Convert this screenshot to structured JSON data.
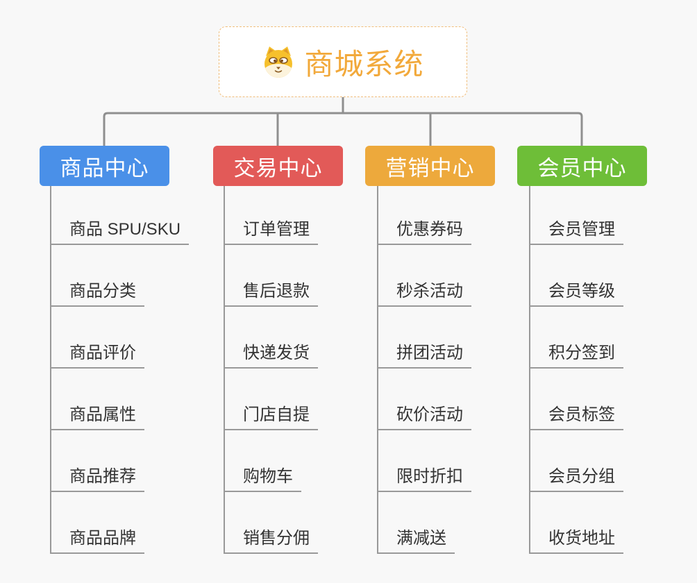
{
  "page": {
    "background": "#f8f8f8",
    "connector_color": "#8f8f8f",
    "line_color": "#999999"
  },
  "root": {
    "title": "商城系统",
    "icon": "shiba-dog-icon",
    "text_color": "#f2a93b",
    "border_color": "#f0bd7a"
  },
  "branches": [
    {
      "label": "商品中心",
      "color": "#4a90e8",
      "items": [
        "商品 SPU/SKU",
        "商品分类",
        "商品评价",
        "商品属性",
        "商品推荐",
        "商品品牌"
      ]
    },
    {
      "label": "交易中心",
      "color": "#e25a58",
      "items": [
        "订单管理",
        "售后退款",
        "快递发货",
        "门店自提",
        "购物车",
        "销售分佣"
      ]
    },
    {
      "label": "营销中心",
      "color": "#eda93c",
      "items": [
        "优惠券码",
        "秒杀活动",
        "拼团活动",
        "砍价活动",
        "限时折扣",
        "满减送"
      ]
    },
    {
      "label": "会员中心",
      "color": "#6ebe38",
      "items": [
        "会员管理",
        "会员等级",
        "积分签到",
        "会员标签",
        "会员分组",
        "收货地址"
      ]
    }
  ]
}
